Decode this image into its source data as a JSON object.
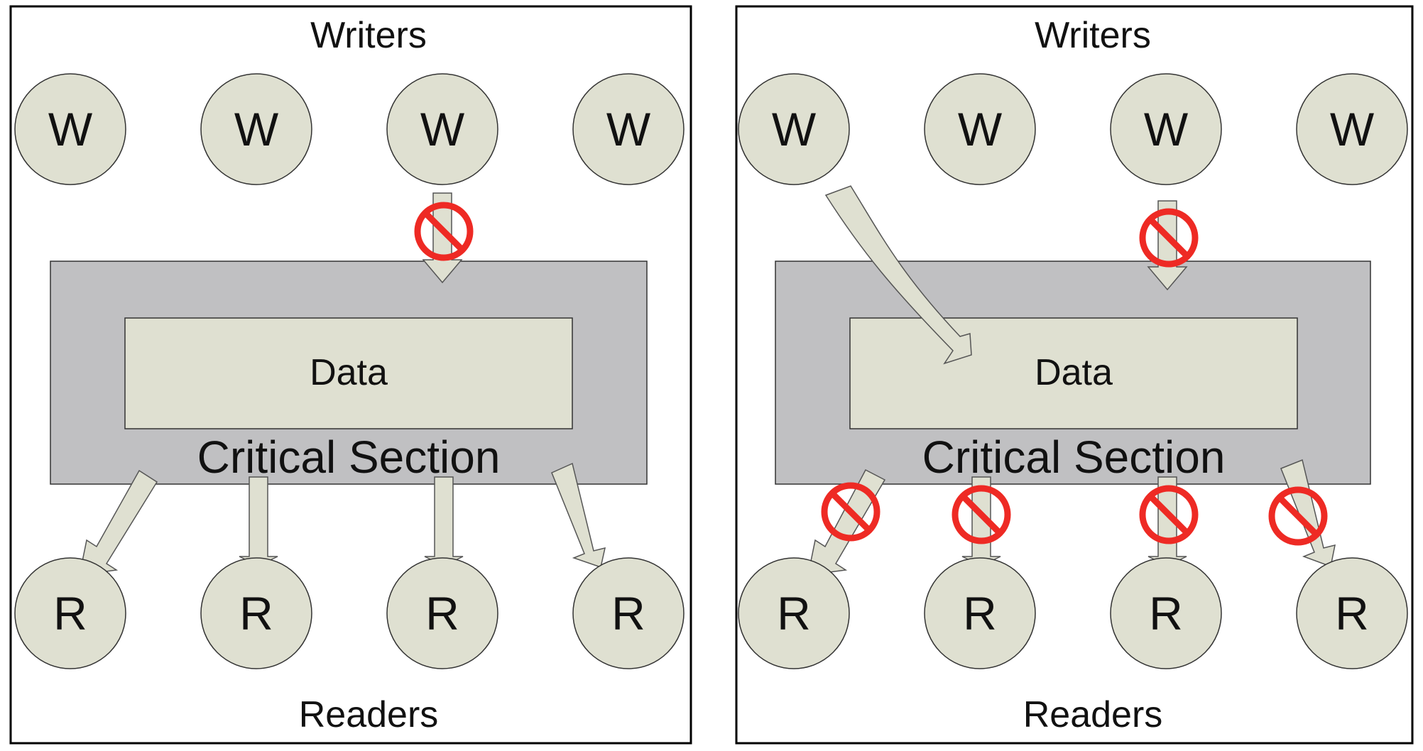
{
  "colors": {
    "node_fill": "#dfe0d1",
    "critical_section_fill": "#c0c0c2",
    "blocked_marker": "#ee2a24",
    "frame": "#000000"
  },
  "icons": {
    "blocked": "prohibited-sign-icon"
  },
  "panels": [
    {
      "writers_title": "Writers",
      "readers_title": "Readers",
      "writers": [
        "W",
        "W",
        "W",
        "W"
      ],
      "readers": [
        "R",
        "R",
        "R",
        "R"
      ],
      "data_label": "Data",
      "critical_section_label": "Critical Section"
    },
    {
      "writers_title": "Writers",
      "readers_title": "Readers",
      "writers": [
        "W",
        "W",
        "W",
        "W"
      ],
      "readers": [
        "R",
        "R",
        "R",
        "R"
      ],
      "data_label": "Data",
      "critical_section_label": "Critical Section"
    }
  ]
}
